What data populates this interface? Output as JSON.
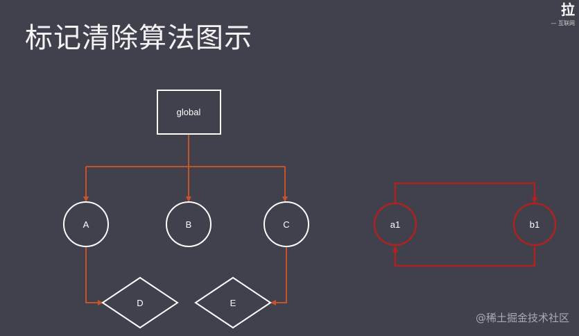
{
  "title": "标记清除算法图示",
  "logo": {
    "text": "拉",
    "subtitle": "— 互联网"
  },
  "watermark": "@稀土掘金技术社区",
  "diagram_left": {
    "root": "global",
    "nodes": [
      "A",
      "B",
      "C"
    ],
    "diamonds": [
      "D",
      "E"
    ]
  },
  "diagram_right": {
    "nodes": [
      "a1",
      "b1"
    ]
  },
  "colors": {
    "background": "#40414c",
    "edge_orange": "#c8532b",
    "edge_red": "#b0221f",
    "node_stroke": "#ffffff"
  }
}
